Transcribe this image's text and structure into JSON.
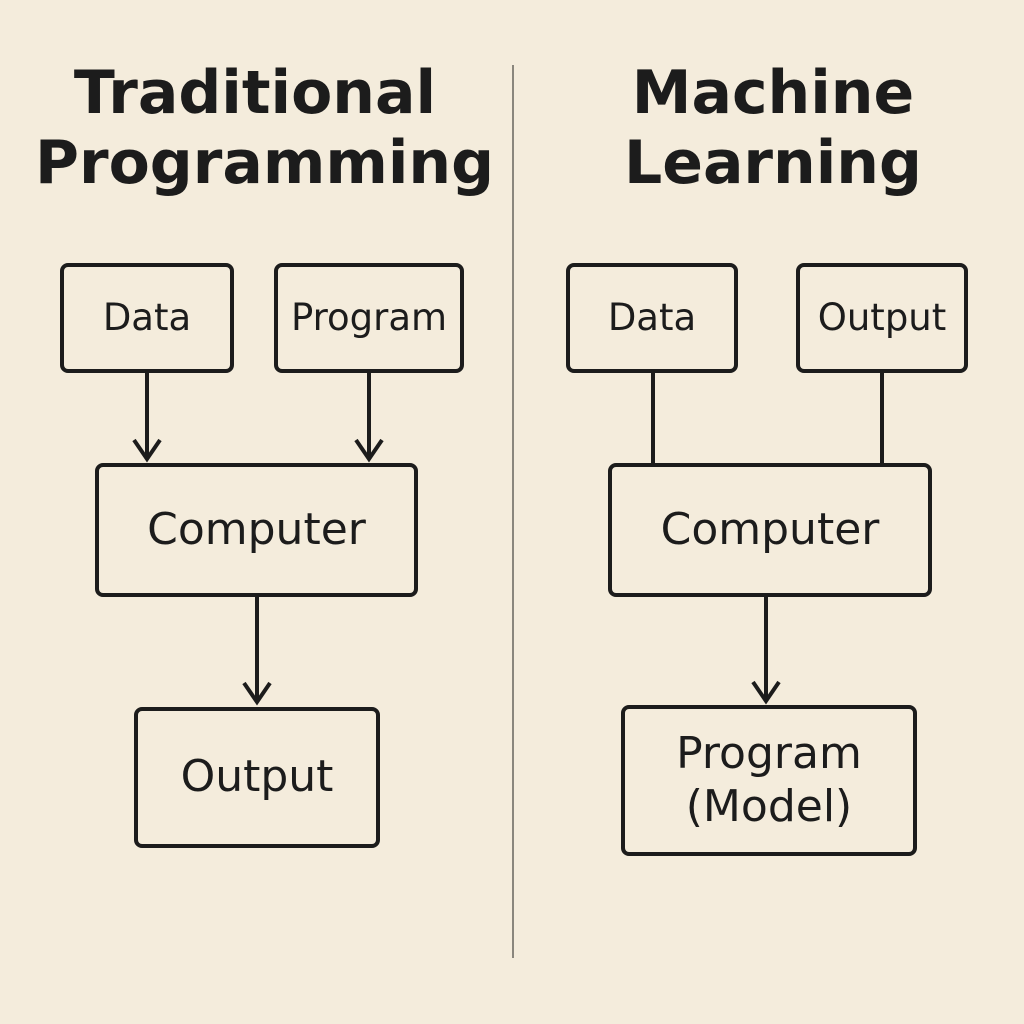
{
  "traditional": {
    "title_line1": "Traditional",
    "title_line2": "Programming",
    "data_label": "Data",
    "program_label": "Program",
    "computer_label": "Computer",
    "output_label": "Output"
  },
  "machine_learning": {
    "title_line1": "Machine",
    "title_line2": "Learning",
    "data_label": "Data",
    "output_label": "Output",
    "computer_label": "Computer",
    "result_line1": "Program",
    "result_line2": "(Model)"
  },
  "colors": {
    "background": "#f4ecdc",
    "ink": "#1c1c1c",
    "divider": "#8a867d"
  }
}
